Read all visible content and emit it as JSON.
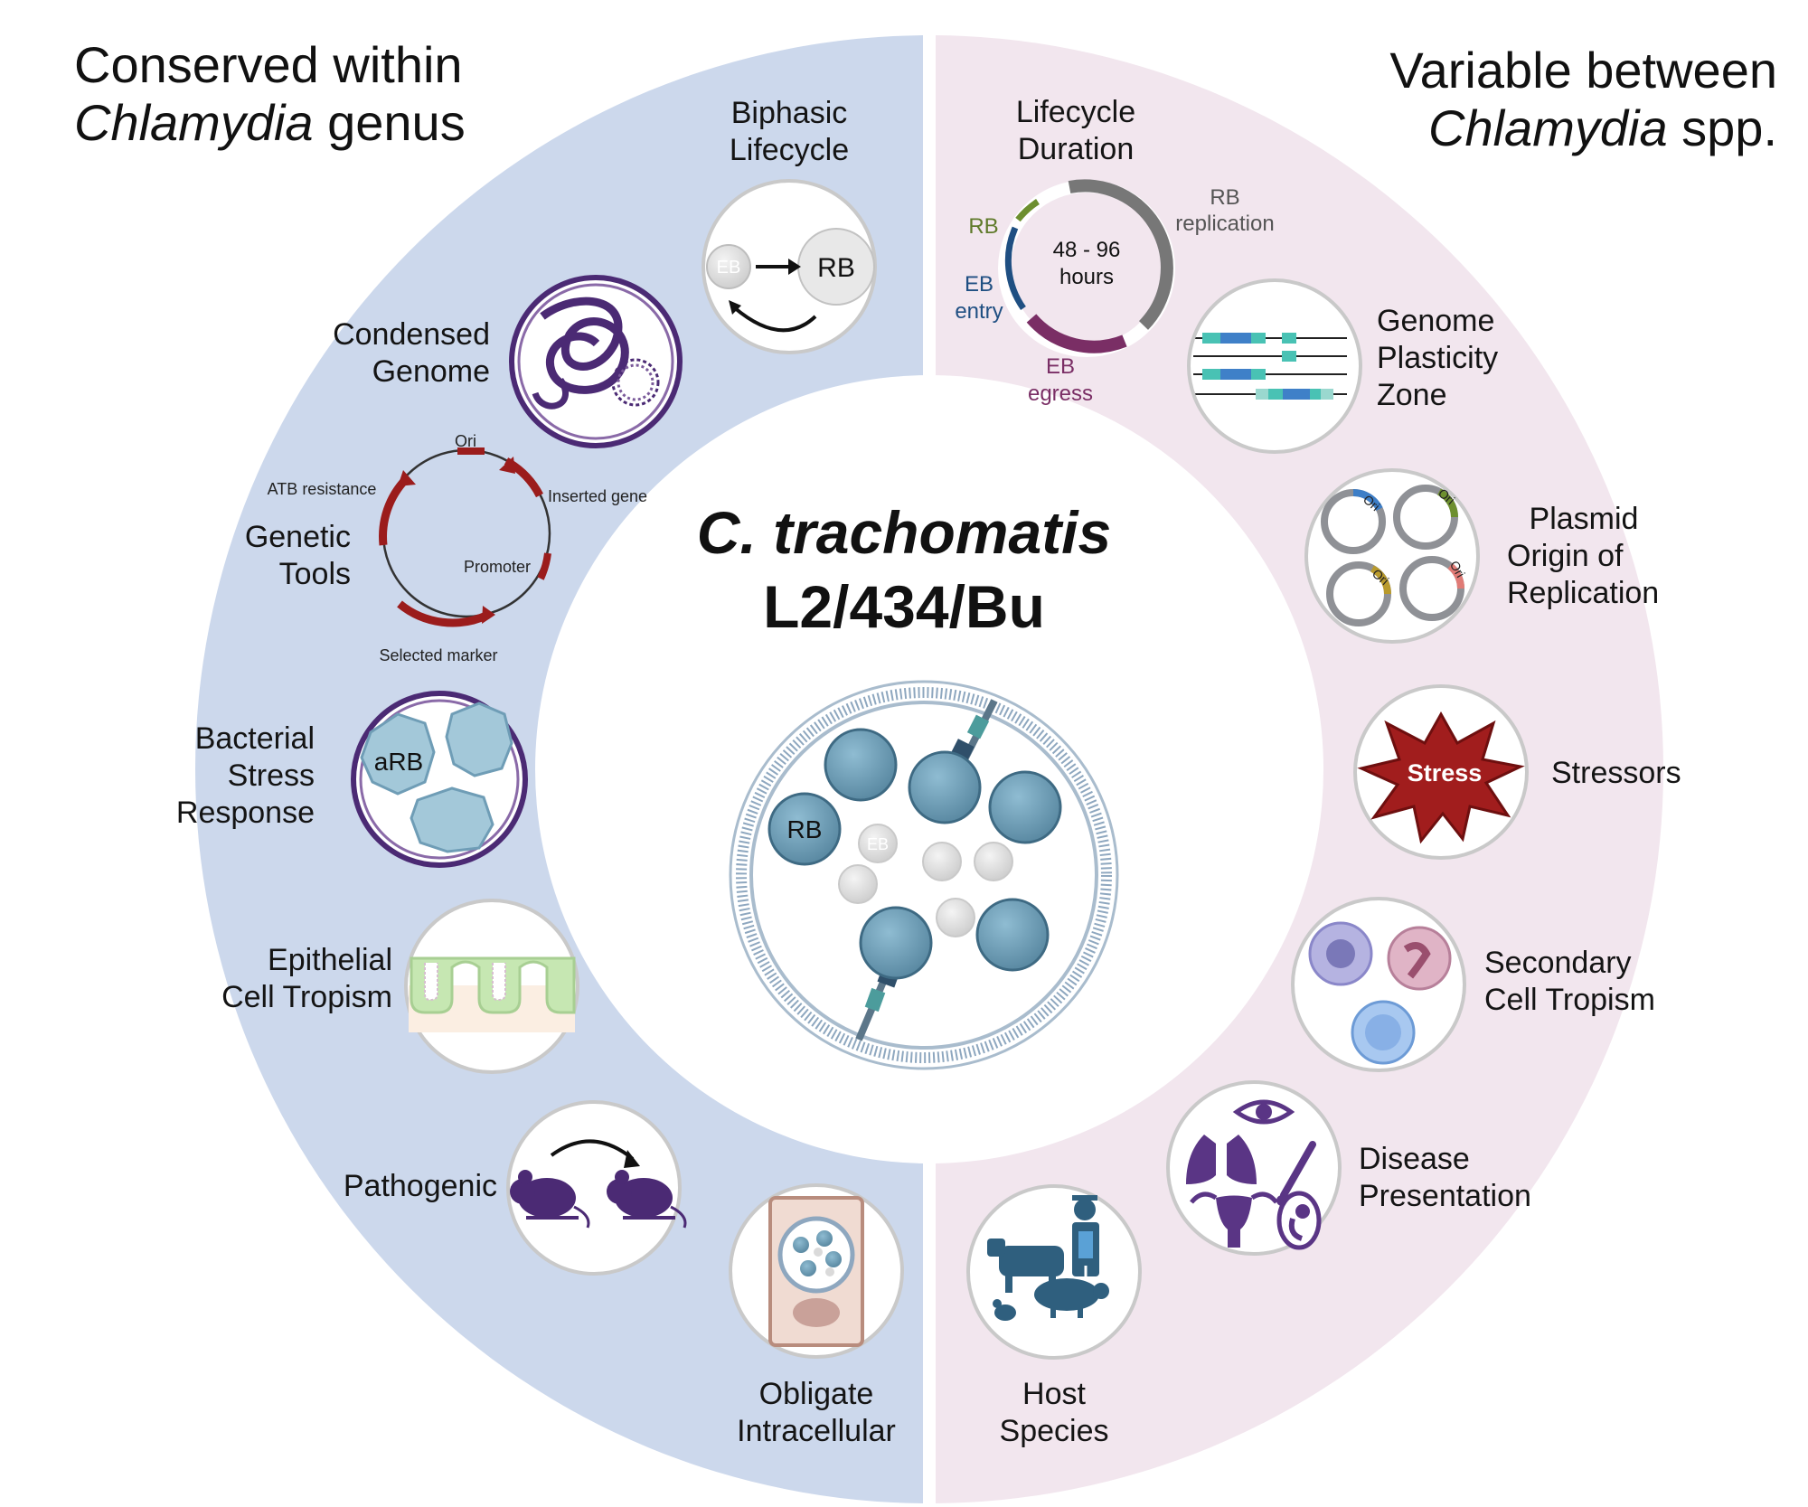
{
  "headings": {
    "left_line1": "Conserved within",
    "left_italic": "Chlamydia",
    "left_rest": " genus",
    "right_line1": "Variable between",
    "right_italic": "Chlamydia",
    "right_rest": " spp."
  },
  "center": {
    "species": "C. trachomatis",
    "strain": "L2/434/Bu",
    "rb_label": "RB",
    "eb_label": "EB"
  },
  "conserved": {
    "biphasic": {
      "line1": "Biphasic",
      "line2": "Lifecycle",
      "eb": "EB",
      "rb": "RB"
    },
    "condensed": {
      "line1": "Condensed",
      "line2": "Genome"
    },
    "genetic": {
      "line1": "Genetic",
      "line2": "Tools",
      "ori": "Ori",
      "atb": "ATB resistance",
      "inserted": "Inserted gene",
      "promoter": "Promoter",
      "selected": "Selected marker"
    },
    "stress_response": {
      "line1": "Bacterial",
      "line2": "Stress",
      "line3": "Response",
      "arb": "aRB"
    },
    "epithelial": {
      "line1": "Epithelial",
      "line2": "Cell Tropism"
    },
    "pathogenic": {
      "line1": "Pathogenic"
    },
    "obligate": {
      "line1": "Obligate",
      "line2": "Intracellular"
    }
  },
  "variable": {
    "lifecycle_duration": {
      "line1": "Lifecycle",
      "line2": "Duration",
      "hours_top": "48 - 96",
      "hours_bottom": "hours",
      "rb": "RB",
      "rb_rep1": "RB",
      "rb_rep2": "replication",
      "eb_entry1": "EB",
      "eb_entry2": "entry",
      "eb_egress1": "EB",
      "eb_egress2": "egress"
    },
    "plasticity": {
      "line1": "Genome",
      "line2": "Plasticity",
      "line3": "Zone"
    },
    "plasmid": {
      "line1": "Plasmid",
      "line2": "Origin of",
      "line3": "Replication",
      "ori": "Ori"
    },
    "stressors": {
      "line1": "Stressors",
      "badge": "Stress"
    },
    "secondary": {
      "line1": "Secondary",
      "line2": "Cell Tropism"
    },
    "disease": {
      "line1": "Disease",
      "line2": "Presentation"
    },
    "host": {
      "line1": "Host",
      "line2": "Species"
    }
  },
  "colors": {
    "conserved_bg": "#ccd8ec",
    "variable_bg": "#f2e6ee",
    "purple": "#4b2a74",
    "purple_ring": "#6e4a8c",
    "dark_red": "#9b1c1c",
    "bacterium": "#6f9db6",
    "gray_ring": "#8f9196",
    "epithelium": "#b9e0a5",
    "lung_purple": "#5a3585",
    "host_blue": "#2f5f7e"
  },
  "icons": [
    "plasmid-map-icon",
    "mouse-icon",
    "cell-icon",
    "eye-icon",
    "lungs-icon",
    "thermometer-icon",
    "uterus-icon",
    "fetus-icon",
    "cow-icon",
    "pig-icon",
    "chicken-icon",
    "farmer-icon",
    "starburst-icon",
    "dna-icon"
  ]
}
